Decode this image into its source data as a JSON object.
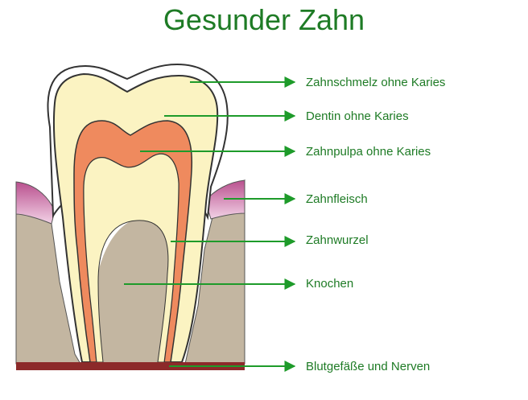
{
  "title": "Gesunder Zahn",
  "colors": {
    "title": "#1e7b25",
    "label_text": "#1e7b25",
    "arrow": "#1e9b2a",
    "enamel": "#ffffff",
    "dentin": "#fbf3c2",
    "pulp": "#ef8a5e",
    "gum": "#cf6fa6",
    "bone": "#c3b6a1",
    "vessels": "#8c2a2a"
  },
  "labels": [
    {
      "id": "enamel",
      "text": "Zahnschmelz ohne Karies"
    },
    {
      "id": "dentin",
      "text": "Dentin ohne Karies"
    },
    {
      "id": "pulp",
      "text": "Zahnpulpa ohne Karies"
    },
    {
      "id": "gum",
      "text": "Zahnfleisch"
    },
    {
      "id": "root",
      "text": "Zahnwurzel"
    },
    {
      "id": "bone",
      "text": "Knochen"
    },
    {
      "id": "vessels",
      "text": "Blutgefäße und Nerven"
    }
  ]
}
